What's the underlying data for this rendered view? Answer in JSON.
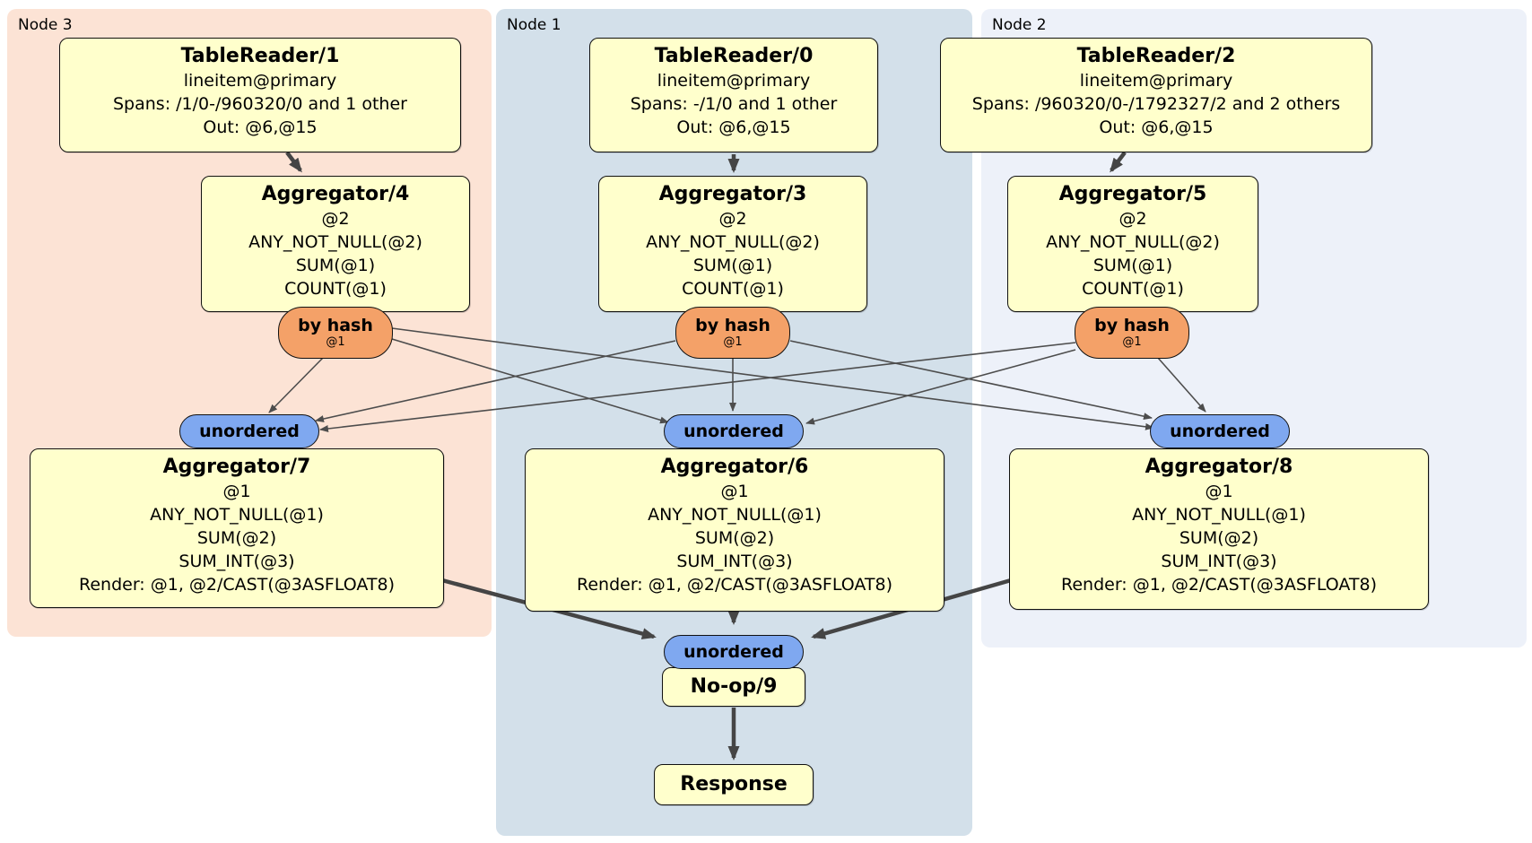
{
  "regions": [
    {
      "label": "Node 3",
      "bg": "#fce3d5"
    },
    {
      "label": "Node 1",
      "bg": "#d3e0ea"
    },
    {
      "label": "Node 2",
      "bg": "#edf1f9"
    }
  ],
  "colors": {
    "node3_bg": "#fce3d5",
    "node1_bg": "#d3e0ea",
    "node2_bg": "#edf1f9",
    "box_fill": "#ffffcc",
    "router_fill": "#f4a168",
    "stream_fill": "#7fa8f0",
    "edge": "#4d4d4d",
    "edge_thick": "#454545"
  },
  "boxes": {
    "tr1": {
      "title": "TableReader/1",
      "lines": [
        "lineitem@primary",
        "Spans: /1/0-/960320/0 and 1 other",
        "Out: @6,@15"
      ]
    },
    "agg4": {
      "title": "Aggregator/4",
      "lines": [
        "@2",
        "ANY_NOT_NULL(@2)",
        "SUM(@1)",
        "COUNT(@1)"
      ]
    },
    "agg7": {
      "title": "Aggregator/7",
      "lines": [
        "@1",
        "ANY_NOT_NULL(@1)",
        "SUM(@2)",
        "SUM_INT(@3)",
        "Render: @1, @2/CAST(@3ASFLOAT8)"
      ]
    },
    "tr0": {
      "title": "TableReader/0",
      "lines": [
        "lineitem@primary",
        "Spans: -/1/0 and 1 other",
        "Out: @6,@15"
      ]
    },
    "agg3": {
      "title": "Aggregator/3",
      "lines": [
        "@2",
        "ANY_NOT_NULL(@2)",
        "SUM(@1)",
        "COUNT(@1)"
      ]
    },
    "agg6": {
      "title": "Aggregator/6",
      "lines": [
        "@1",
        "ANY_NOT_NULL(@1)",
        "SUM(@2)",
        "SUM_INT(@3)",
        "Render: @1, @2/CAST(@3ASFLOAT8)"
      ]
    },
    "noop": {
      "title": "No-op/9"
    },
    "response": {
      "title": "Response"
    },
    "tr2": {
      "title": "TableReader/2",
      "lines": [
        "lineitem@primary",
        "Spans: /960320/0-/1792327/2 and 2 others",
        "Out: @6,@15"
      ]
    },
    "agg5": {
      "title": "Aggregator/5",
      "lines": [
        "@2",
        "ANY_NOT_NULL(@2)",
        "SUM(@1)",
        "COUNT(@1)"
      ]
    },
    "agg8": {
      "title": "Aggregator/8",
      "lines": [
        "@1",
        "ANY_NOT_NULL(@1)",
        "SUM(@2)",
        "SUM_INT(@3)",
        "Render: @1, @2/CAST(@3ASFLOAT8)"
      ]
    }
  },
  "routers": [
    {
      "label": "by hash",
      "sub": "@1"
    },
    {
      "label": "by hash",
      "sub": "@1"
    },
    {
      "label": "by hash",
      "sub": "@1"
    }
  ],
  "streams": [
    {
      "label": "unordered"
    },
    {
      "label": "unordered"
    },
    {
      "label": "unordered"
    },
    {
      "label": "unordered"
    }
  ]
}
